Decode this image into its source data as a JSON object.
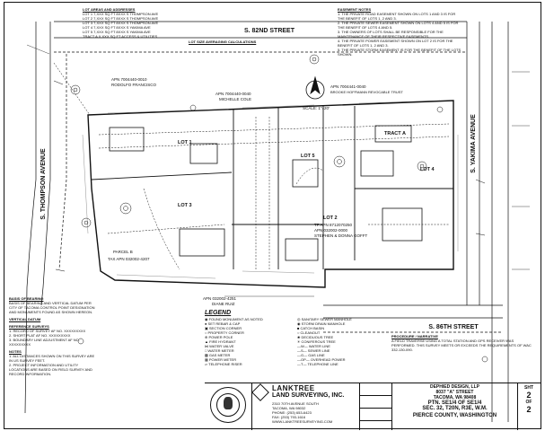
{
  "streets": {
    "s82nd": "S. 82ND STREET",
    "s86th": "S. 86TH STREET",
    "thompson": "S. THOMPSON AVENUE",
    "yakima": "S. YAKIMA AVENUE"
  },
  "scale_note": "SCALE: 1\"=20'",
  "lots": {
    "lot1": "LOT 1",
    "lot2": "LOT 2",
    "lot3": "LOT 3",
    "lot4": "LOT 4",
    "lot5": "LOT 5",
    "tract_a": "TRACT A"
  },
  "parcels": {
    "north_a": "APN 7004440-0010",
    "north_a_owner": "RODOLFO FRANCISCO",
    "north_b": "APN 7004440-0040",
    "north_b_owner": "MICHELLE COLE",
    "north_c": "APN 7004441-0040",
    "north_c_owner": "BROOKE HOFFMANN REVOCABLE TRUST",
    "south_lot2": "TF APN 8712070250",
    "south_lot2b": "APN 032002-0000",
    "south_lot2_owner": "STEPHEN & DONNA GOFFT",
    "parcel_b": "PARCEL B",
    "parcel_b_apn": "TAX APN 032002-4207",
    "south_c": "APN 032002-4251",
    "south_c_owner": "DIANE RUIZ"
  },
  "legend": {
    "title": "LEGEND",
    "left": [
      "FOUND MONUMENT AS NOTED",
      "SET REBAR & CAP",
      "SECTION CORNER",
      "PROPERTY CORNER",
      "POWER POLE",
      "FIRE HYDRANT",
      "WATER VALVE",
      "WATER METER",
      "GAS METER",
      "POWER METER",
      "TELEPHONE RISER"
    ],
    "right": [
      "SANITARY SEWER MANHOLE",
      "STORM DRAIN MANHOLE",
      "CATCH BASIN",
      "CLEANOUT",
      "DECIDUOUS TREE",
      "CONIFEROUS TREE",
      "WATER LINE",
      "SEWER LINE",
      "GAS LINE",
      "OVERHEAD POWER",
      "TELEPHONE LINE"
    ]
  },
  "notes": {
    "lot_areas_title": "LOT AREAS AND ADDRESSES",
    "lot_areas": [
      "LOT 1  7,XXX SQ FT  8XXX S THOMPSON AVE",
      "LOT 2  7,XXX SQ FT  8XXX S THOMPSON AVE",
      "LOT 3  7,XXX SQ FT  8XXX S THOMPSON AVE",
      "LOT 4  7,XXX SQ FT  8XXX S YAKIMA AVE",
      "LOT 5  7,XXX SQ FT  8XXX S YAKIMA AVE",
      "TRACT A  X,XXX SQ FT  ACCESS & UTILITIES"
    ],
    "lot_avg_title": "LOT SIZE AVERAGING CALCULATIONS",
    "easement_title": "EASEMENT NOTES",
    "easement_notes": [
      "1. THE PRIVATE ROAD EASEMENT SHOWN ON LOTS 1 AND 3 IS FOR THE BENEFIT OF LOTS 1, 2 AND 3.",
      "2. THE PRIVATE SEWER EASEMENT SHOWN ON LOTS 4 AND 5 IS FOR THE BENEFIT OF LOTS 4 AND 5.",
      "3. THE OWNERS OF LOTS SHALL BE RESPONSIBLE FOR THE MAINTENANCE OF THEIR RESPECTIVE EASEMENTS.",
      "4. THE PRIVATE POWER EASEMENT SHOWN ON LOT 2 IS FOR THE BENEFIT OF LOTS 1, 2 AND 3.",
      "5. THE PRIVATE STORM EASEMENT IS FOR THE BENEFIT OF THE LOTS SHOWN."
    ],
    "basis_title": "BASIS OF BEARING",
    "basis_text": "BASIS OF BEARING AND VERTICAL DATUM PER CITY OF TACOMA CONTROL POINT DESIGNATION AND MONUMENTS FOUND AS SHOWN HEREON.",
    "vertical_title": "VERTICAL DATUM",
    "reference_title": "REFERENCE SURVEYS",
    "reference_items": [
      "1. RECORD OF SURVEY AF NO. XXXXXXXXX",
      "2. SHORT PLAT AF NO. XXXXXXXXX",
      "3. BOUNDARY LINE ADJUSTMENT AF NO. XXXXXXXXX"
    ],
    "general_title": "NOTES",
    "general_notes": [
      "1. ALL DISTANCES SHOWN ON THIS SURVEY ARE IN US SURVEY FEET.",
      "2. PROJECT INFORMATION AND UTILITY LOCATIONS ARE BASED ON FIELD SURVEY AND RECORD INFORMATION."
    ],
    "procedure_title": "PROCEDURE / NARRATIVE",
    "procedure_text": "A FIELD TRAVERSE USING A TOTAL STATION AND GPS RECEIVER WAS PERFORMED. THIS SURVEY MEETS OR EXCEEDS THE REQUIREMENTS OF WAC 332-130-090."
  },
  "company": {
    "name_line1": "LANKTREE",
    "name_line2": "LAND SURVEYING, INC.",
    "address1": "2310 70TH AVENUE SOUTH",
    "address2": "TACOMA, WA 98032",
    "phone": "PHONE: (253) 653-6423",
    "fax": "FAX: (253) 793-1616",
    "web": "WWW.LANKTREESURVEYING.COM"
  },
  "title_block": {
    "client1": "DEPHIED DESIGN, LLP",
    "client2": "8037 \"A\" STREET",
    "client3": "TACOMA, WA 98408",
    "legal1": "PTN. SE1/4 OF SE1/4",
    "legal2": "SEC. 32, T20N, R3E, W.M.",
    "county": "PIERCE COUNTY, WASHINGTON",
    "sht_label": "SHT",
    "sht_num": "2",
    "of_label": "OF",
    "of_num": "2"
  }
}
